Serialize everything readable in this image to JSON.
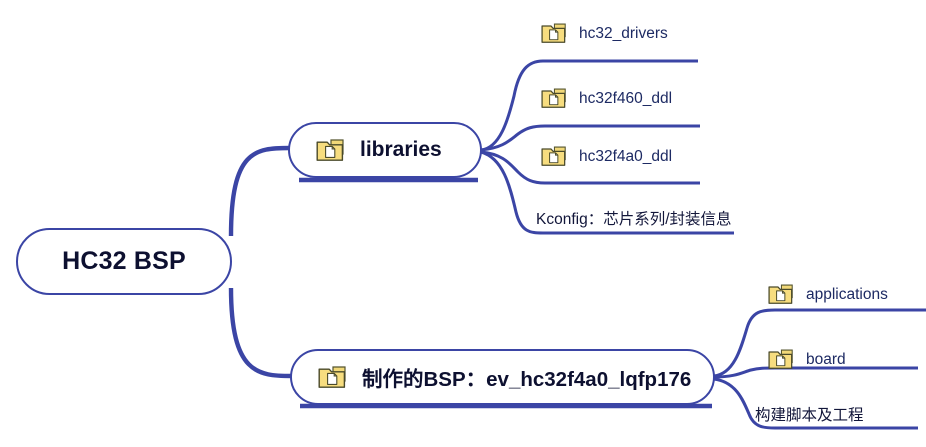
{
  "diagram": {
    "title": "HC32 BSP mind map",
    "type": "mindmap",
    "colors": {
      "branch_stroke": "#3b45a5",
      "node_border": "#3b45a5",
      "node_fill": "#ffffff",
      "root_text": "#0d1030",
      "leaf_text": "#1d2a63",
      "folder_fill": "#f7dd7f",
      "folder_border": "#4a4a2a",
      "page_fill": "#ffffff",
      "background": "#ffffff"
    }
  },
  "root": {
    "label": "HC32 BSP"
  },
  "branches": [
    {
      "id": "libraries",
      "label": "libraries",
      "icon": "folder-icon",
      "children": [
        {
          "id": "hc32-drivers",
          "label": "hc32_drivers",
          "icon": "folder-icon",
          "has_icon": true
        },
        {
          "id": "hc32f460-ddl",
          "label": "hc32f460_ddl",
          "icon": "folder-icon",
          "has_icon": true
        },
        {
          "id": "hc32f4a0-ddl",
          "label": "hc32f4a0_ddl",
          "icon": "folder-icon",
          "has_icon": true
        },
        {
          "id": "kconfig",
          "label": "Kconfig：芯片系列/封装信息",
          "icon": "none",
          "has_icon": false
        }
      ]
    },
    {
      "id": "bsp",
      "label": "制作的BSP：ev_hc32f4a0_lqfp176",
      "icon": "folder-icon",
      "children": [
        {
          "id": "applications",
          "label": "applications",
          "icon": "folder-icon",
          "has_icon": true
        },
        {
          "id": "board",
          "label": "board",
          "icon": "folder-icon",
          "has_icon": true
        },
        {
          "id": "build",
          "label": "构建脚本及工程",
          "icon": "none",
          "has_icon": false
        }
      ]
    }
  ]
}
